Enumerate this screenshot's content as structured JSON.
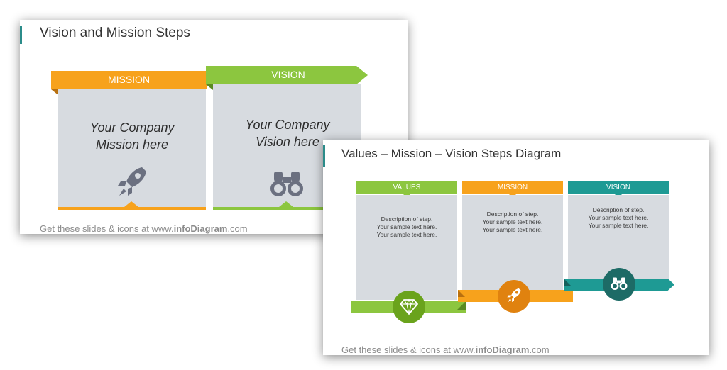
{
  "slide1": {
    "title": "Vision and Mission Steps",
    "mission": {
      "label": "MISSION",
      "text_line1": "Your Company",
      "text_line2": "Mission here"
    },
    "vision": {
      "label": "VISION",
      "text_line1": "Your Company",
      "text_line2": "Vision here"
    },
    "footer_prefix": "Get these slides & icons at www.",
    "footer_brand": "infoDiagram",
    "footer_suffix": ".com"
  },
  "slide2": {
    "title": "Values – Mission – Vision Steps Diagram",
    "values": {
      "label": "VALUES",
      "desc": [
        "Description of step.",
        "Your sample text here.",
        "Your sample text here."
      ]
    },
    "mission": {
      "label": "MISSION",
      "desc": [
        "Description of step.",
        "Your sample text here.",
        "Your sample text here."
      ]
    },
    "vision": {
      "label": "VISION",
      "desc": [
        "Description of step.",
        "Your sample text here.",
        "Your sample text here."
      ]
    },
    "footer_prefix": "Get these slides & icons at www.",
    "footer_brand": "infoDiagram",
    "footer_suffix": ".com"
  },
  "colors": {
    "orange": "#f7a21c",
    "green": "#8cc63f",
    "teal": "#1e9a94",
    "panel": "#d7dbe0",
    "icon_gray": "#6b7080",
    "values_circle": "#6aa31c",
    "mission_circle": "#e0820f",
    "vision_circle": "#1d6b66"
  },
  "icons": [
    "rocket-icon",
    "binoculars-icon",
    "diamond-icon"
  ]
}
